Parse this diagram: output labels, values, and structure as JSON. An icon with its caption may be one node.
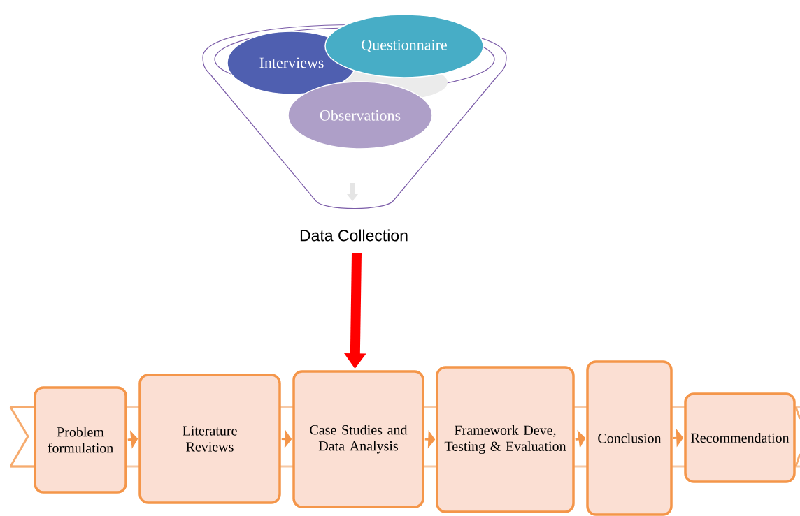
{
  "diagram": {
    "nodes": [
      {
        "text": [],
        "shape": "funnel"
      },
      {
        "text": [
          "Interviews"
        ],
        "in": 0
      },
      {
        "text": [
          "Questionnaire"
        ],
        "in": 0
      },
      {
        "text": [
          "Observations"
        ],
        "in": 0
      },
      {
        "text": [
          "Data Collection"
        ]
      },
      {
        "text": [
          "Problem formulation"
        ]
      },
      {
        "text": [
          "Literature Reviews"
        ]
      },
      {
        "text": [
          "Case Studies and Data Analysis"
        ]
      },
      {
        "text": [
          "Framework Deve, Testing & Evaluation"
        ]
      },
      {
        "text": [
          "Conclusion"
        ]
      },
      {
        "text": [
          "Recommendation"
        ]
      }
    ],
    "edges": [
      {
        "from": 4,
        "to": 7,
        "arrow": "to",
        "style": "thick",
        "color": "#ff0000"
      },
      {
        "from": 5,
        "to": 6,
        "arrow": "to"
      },
      {
        "from": 6,
        "to": 7,
        "arrow": "to"
      },
      {
        "from": 7,
        "to": 8,
        "arrow": "to"
      },
      {
        "from": 8,
        "to": 9,
        "arrow": "to"
      },
      {
        "from": 9,
        "to": 10,
        "arrow": "to"
      }
    ]
  }
}
